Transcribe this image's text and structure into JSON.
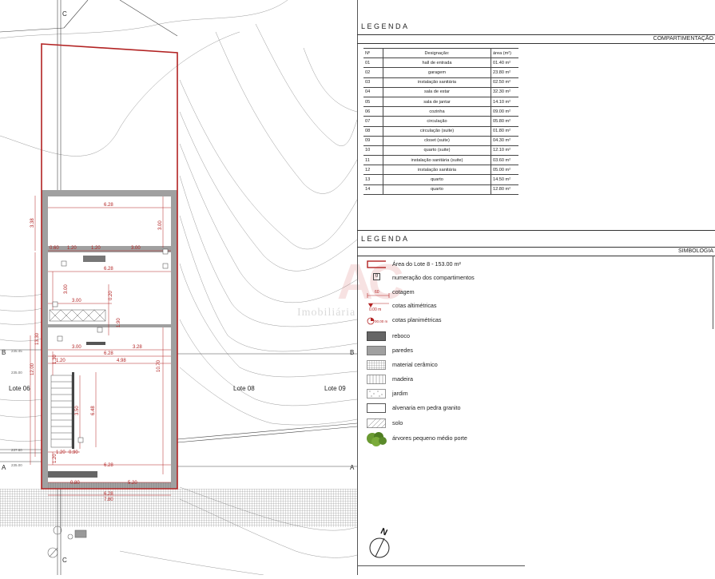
{
  "plan": {
    "section_marks": {
      "a": "A",
      "b": "B",
      "c": "C"
    },
    "lots": [
      "Lote 06",
      "Lote 08",
      "Lote 09"
    ],
    "dimensions": {
      "top_width": "6.28",
      "top_height": "3.38",
      "room1_height": "3.00",
      "row_a": [
        "0.60",
        "1.20",
        "1.20",
        "3.00"
      ],
      "mid_width": "6.28",
      "stairs_height": "3.00",
      "hall_width": "3.00",
      "v_a": "0.20",
      "v_b": "1.90",
      "left_total": "13.30",
      "row_b": [
        "3.00",
        "3.28"
      ],
      "mid_width2": "6.28",
      "v_c": "1.30",
      "row_c": [
        "1.20",
        "4.98"
      ],
      "left_lower": "12.00",
      "right_lower": "10.70",
      "v_d": "3.50",
      "v_e": "6.48",
      "row_d": [
        "1.20",
        "0.90"
      ],
      "v_f": "1.20",
      "bottom_width": "6.28",
      "bottom_a": "0.80",
      "bottom_b": "5.20",
      "bottom_c": "6.28",
      "bottom_d": "7.80"
    },
    "level_tags": [
      "235.45",
      "235.00",
      "237.60",
      "235.00"
    ],
    "watermark_letters": "AC",
    "watermark_text": "Imobiliária"
  },
  "legend_compartimentacao": {
    "title": "LEGENDA",
    "section": "COMPARTIMENTAÇÃO",
    "headers": [
      "Nº",
      "Designação:",
      "área (m²)"
    ],
    "rows": [
      {
        "n": "01",
        "name": "hall de entrada",
        "area": "01.40  m²"
      },
      {
        "n": "02",
        "name": "garagem",
        "area": "23.80  m²"
      },
      {
        "n": "03",
        "name": "instalação sanitária",
        "area": "02.50  m²"
      },
      {
        "n": "04",
        "name": "sala de estar",
        "area": "32.30  m²"
      },
      {
        "n": "05",
        "name": "sala de jantar",
        "area": "14.10  m²"
      },
      {
        "n": "06",
        "name": "cozinha",
        "area": "09.00  m²"
      },
      {
        "n": "07",
        "name": "circulação",
        "area": "05.80  m²"
      },
      {
        "n": "08",
        "name": "circulação (suite)",
        "area": "01.80  m²"
      },
      {
        "n": "09",
        "name": "closet (suite)",
        "area": "04.30  m²"
      },
      {
        "n": "10",
        "name": "quarto (suite)",
        "area": "12.10  m²"
      },
      {
        "n": "11",
        "name": "instalação sanitária (suite)",
        "area": "03.60  m²"
      },
      {
        "n": "12",
        "name": "instalação sanitária",
        "area": "05.00  m²"
      },
      {
        "n": "13",
        "name": "quarto",
        "area": "14.50  m²"
      },
      {
        "n": "14",
        "name": "quarto",
        "area": "12.80  m²"
      }
    ]
  },
  "legend_simbologia": {
    "title": "LEGENDA",
    "section": "SIMBOLOGIA",
    "items": [
      {
        "label": "Área do Lote 8 - 153.00 m²",
        "symbol": "lot-area",
        "color": "#b22222"
      },
      {
        "label": "numeração dos compartimentos",
        "symbol": "room-number",
        "mark": "0"
      },
      {
        "label": "cotagem",
        "symbol": "dimension",
        "mark": "60"
      },
      {
        "label": "cotas altimétricas",
        "symbol": "level",
        "mark": "0.00 m"
      },
      {
        "label": "cotas planimétricas",
        "symbol": "plan-level",
        "mark": "00.00 m"
      },
      {
        "label": "reboco",
        "symbol": "fill-dark",
        "color": "#666666"
      },
      {
        "label": "paredes",
        "symbol": "fill-mid",
        "color": "#a0a0a0"
      },
      {
        "label": "material cerâmico",
        "symbol": "hatch-grid"
      },
      {
        "label": "madeira",
        "symbol": "hatch-vertical"
      },
      {
        "label": "jardim",
        "symbol": "dots"
      },
      {
        "label": "alvenaria em pedra granito",
        "symbol": "blank"
      },
      {
        "label": "solo",
        "symbol": "hatch-diagonal"
      },
      {
        "label": "árvores pequeno médio porte",
        "symbol": "tree",
        "color": "#5a8a2a"
      }
    ],
    "north": "N"
  }
}
